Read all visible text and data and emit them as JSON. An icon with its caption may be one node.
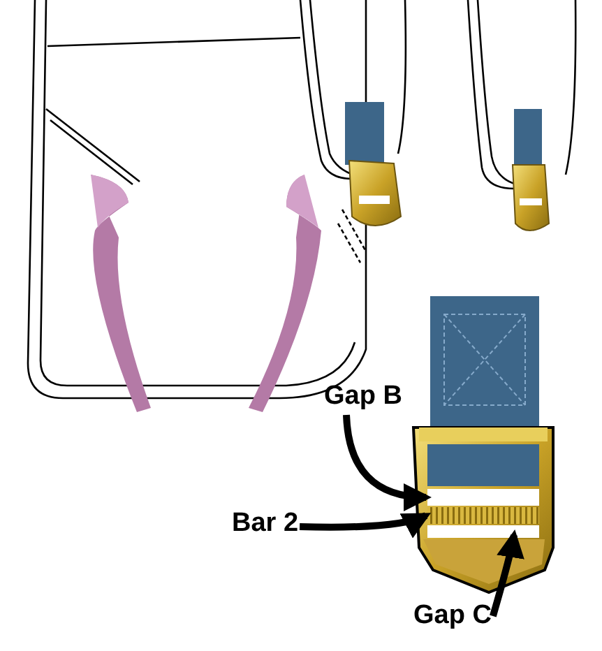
{
  "diagram": {
    "nodes": [
      {
        "text": [
          "Gap B"
        ]
      },
      {
        "text": [
          "Bar 2"
        ]
      },
      {
        "text": [
          "Gap C"
        ]
      },
      {
        "text": [],
        "shape": "box"
      },
      {
        "text": [],
        "shape": "bar"
      },
      {
        "text": [],
        "shape": "box"
      }
    ],
    "edges": [
      {
        "from": 0,
        "to": 3,
        "arrow": "to"
      },
      {
        "from": 1,
        "to": 4,
        "arrow": "to"
      },
      {
        "from": 2,
        "to": 5,
        "arrow": "to"
      }
    ]
  }
}
